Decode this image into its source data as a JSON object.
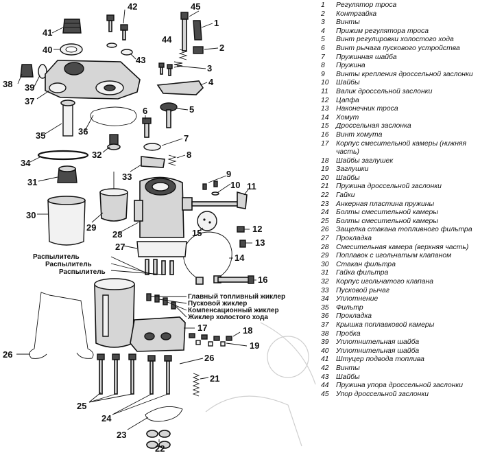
{
  "callouts": {
    "c1": "1",
    "c2": "2",
    "c3": "3",
    "c4": "4",
    "c5": "5",
    "c6": "6",
    "c7": "7",
    "c8": "8",
    "c9": "9",
    "c10": "10",
    "c11": "11",
    "c12": "12",
    "c13": "13",
    "c14": "14",
    "c15": "15",
    "c16": "16",
    "c17": "17",
    "c18": "18",
    "c19": "19",
    "c21": "21",
    "c22": "22",
    "c23": "23",
    "c24": "24",
    "c25": "25",
    "c26a": "26",
    "c26b": "26",
    "c27": "27",
    "c28": "28",
    "c29": "29",
    "c30": "30",
    "c31": "31",
    "c32": "32",
    "c33": "33",
    "c34": "34",
    "c35": "35",
    "c36": "36",
    "c37": "37",
    "c38": "38",
    "c39": "39",
    "c40": "40",
    "c41": "41",
    "c42": "42",
    "c43": "43",
    "c44": "44",
    "c45": "45"
  },
  "jet_labels": {
    "sprayer1": "Распылитель",
    "sprayer2": "Распылитель",
    "sprayer3": "Распылитель",
    "main_jet": "Главный топливный жиклер",
    "start_jet": "Пусковой жиклер",
    "comp_jet": "Компенсационный жиклер",
    "idle_jet": "Жиклер холостого хода"
  },
  "legend": [
    {
      "n": "1",
      "t": "Регулятор троса"
    },
    {
      "n": "2",
      "t": "Контргайка"
    },
    {
      "n": "3",
      "t": "Винты"
    },
    {
      "n": "4",
      "t": "Прижим регулятора троса"
    },
    {
      "n": "5",
      "t": "Винт регулировки холостого хода"
    },
    {
      "n": "6",
      "t": "Винт рычага пускового устройства"
    },
    {
      "n": "7",
      "t": "Пружинная шайба"
    },
    {
      "n": "8",
      "t": "Пружина"
    },
    {
      "n": "9",
      "t": "Винты крепления дроссельной заслонки"
    },
    {
      "n": "10",
      "t": "Шайбы"
    },
    {
      "n": "11",
      "t": "Валик дроссельной заслонки"
    },
    {
      "n": "12",
      "t": "Цапфа"
    },
    {
      "n": "13",
      "t": "Наконечник троса"
    },
    {
      "n": "14",
      "t": "Хомут"
    },
    {
      "n": "15",
      "t": "Дроссельная заслонка"
    },
    {
      "n": "16",
      "t": "Винт хомута"
    },
    {
      "n": "17",
      "t": "Корпус смесительной камеры (нижняя часть)"
    },
    {
      "n": "18",
      "t": "Шайбы заглушек"
    },
    {
      "n": "19",
      "t": "Заглушки"
    },
    {
      "n": "20",
      "t": "Шайбы"
    },
    {
      "n": "21",
      "t": "Пружина дроссельной заслонки"
    },
    {
      "n": "22",
      "t": "Гайки"
    },
    {
      "n": "23",
      "t": "Анкерная пластина пружины"
    },
    {
      "n": "24",
      "t": "Болты смесительной камеры"
    },
    {
      "n": "25",
      "t": "Болты смесительной камеры"
    },
    {
      "n": "26",
      "t": "Защелка стакана топливного фильтра"
    },
    {
      "n": "27",
      "t": "Прокладка"
    },
    {
      "n": "28",
      "t": "Смесительная камера (верхняя часть)"
    },
    {
      "n": "29",
      "t": "Поплавок с игольчатым клапаном"
    },
    {
      "n": "30",
      "t": "Стакан фильтра"
    },
    {
      "n": "31",
      "t": "Гайка фильтра"
    },
    {
      "n": "32",
      "t": "Корпус игольчатого клапана"
    },
    {
      "n": "33",
      "t": "Пусковой рычаг"
    },
    {
      "n": "34",
      "t": "Уплотнение"
    },
    {
      "n": "35",
      "t": "Фильтр"
    },
    {
      "n": "36",
      "t": "Прокладка"
    },
    {
      "n": "37",
      "t": "Крышка поплавковой камеры"
    },
    {
      "n": "38",
      "t": "Пробка"
    },
    {
      "n": "39",
      "t": "Уплотнительная шайба"
    },
    {
      "n": "40",
      "t": "Уплотнительная шайба"
    },
    {
      "n": "41",
      "t": "Штуцер подвода топлива"
    },
    {
      "n": "42",
      "t": "Винты"
    },
    {
      "n": "43",
      "t": "Шайбы"
    },
    {
      "n": "44",
      "t": "Пружина упора дроссельной заслонки"
    },
    {
      "n": "45",
      "t": "Упор дроссельной заслонки"
    }
  ]
}
